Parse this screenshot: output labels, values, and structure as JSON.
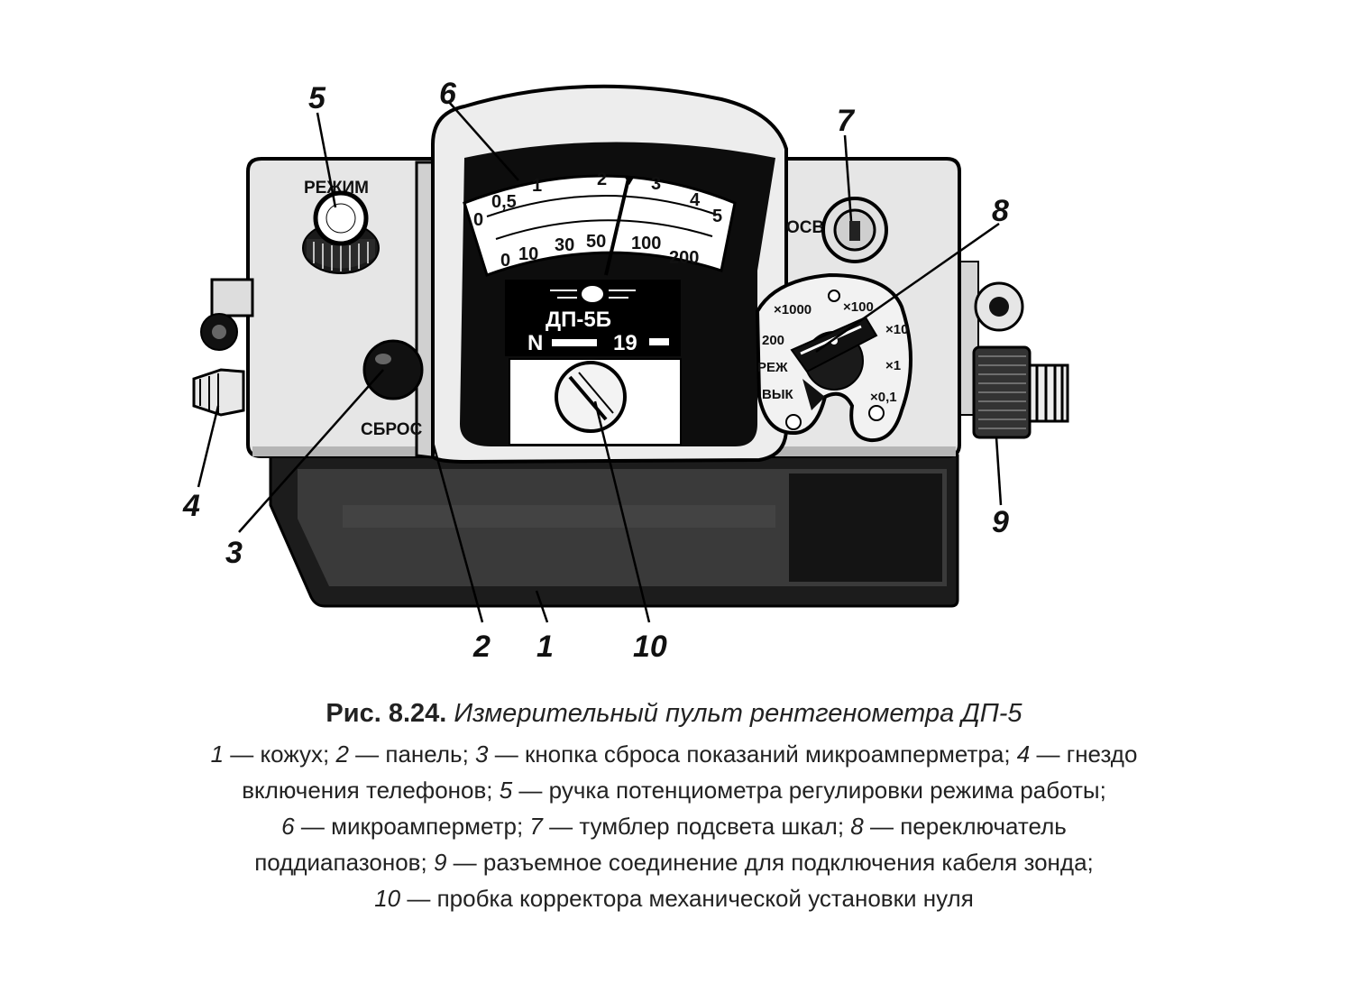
{
  "device": {
    "labels": {
      "mode": "РЕЖИМ",
      "reset": "СБРОС",
      "light": "ОСВ",
      "nameplate_model": "ДП-5Б",
      "nameplate_serial_prefix": "N",
      "nameplate_serial": "19"
    },
    "upper_scale": [
      "0",
      "0,5",
      "1",
      "2",
      "3",
      "4",
      "5"
    ],
    "lower_scale": [
      "0",
      "10",
      "30",
      "50",
      "100",
      "200"
    ],
    "switch_positions": [
      "×1000",
      "×100",
      "×10",
      "×1",
      "×0,1",
      "200",
      "РЕЖ",
      "ВЫК"
    ]
  },
  "callouts": [
    "1",
    "2",
    "3",
    "4",
    "5",
    "6",
    "7",
    "8",
    "9",
    "10"
  ],
  "caption": {
    "fig_number": "Рис. 8.24.",
    "fig_title": "Измерительный пульт рентгенометра ДП-5",
    "legend": [
      {
        "n": "1",
        "text": " — кожух; "
      },
      {
        "n": "2",
        "text": " — панель; "
      },
      {
        "n": "3",
        "text": " — кнопка сброса показаний микроамперметра; "
      },
      {
        "n": "4",
        "text": " — гнездо включения телефонов; "
      },
      {
        "n": "5",
        "text": " — ручка потенциометра регулировки режима работы;"
      },
      {
        "n": "6",
        "text": " — микроамперметр; "
      },
      {
        "n": "7",
        "text": " — тумблер подсвета шкал; "
      },
      {
        "n": "8",
        "text": " — переключатель поддиапазонов; "
      },
      {
        "n": "9",
        "text": " — разъемное соединение для подключения кабеля зонда;"
      },
      {
        "n": "10",
        "text": " — пробка корректора механической установки нуля"
      }
    ]
  }
}
